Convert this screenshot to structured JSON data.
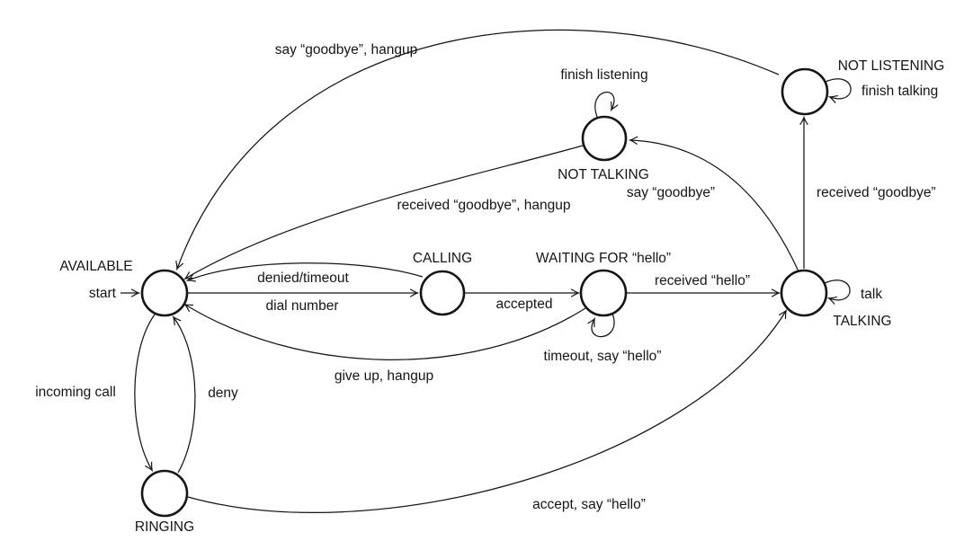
{
  "diagram": {
    "type": "state-machine",
    "background_color": "#ffffff",
    "ink_color": "#151515",
    "initial_state": "AVAILABLE",
    "states": [
      {
        "id": "available",
        "label": "AVAILABLE"
      },
      {
        "id": "calling",
        "label": "CALLING"
      },
      {
        "id": "waiting",
        "label": "WAITING FOR “hello”"
      },
      {
        "id": "talking",
        "label": "TALKING"
      },
      {
        "id": "not-talking",
        "label": "NOT TALKING"
      },
      {
        "id": "not-listening",
        "label": "NOT LISTENING"
      },
      {
        "id": "ringing",
        "label": "RINGING"
      }
    ],
    "transitions": [
      {
        "from": "start",
        "to": "available",
        "label": "start"
      },
      {
        "from": "available",
        "to": "calling",
        "label": "dial number"
      },
      {
        "from": "calling",
        "to": "available",
        "label": "denied/timeout"
      },
      {
        "from": "calling",
        "to": "waiting",
        "label": "accepted"
      },
      {
        "from": "waiting",
        "to": "talking",
        "label": "received “hello”"
      },
      {
        "from": "waiting",
        "to": "waiting",
        "label": "timeout, say “hello”"
      },
      {
        "from": "waiting",
        "to": "available",
        "label": "give up, hangup"
      },
      {
        "from": "talking",
        "to": "talking",
        "label": "talk"
      },
      {
        "from": "talking",
        "to": "not-talking",
        "label": "say “goodbye”"
      },
      {
        "from": "talking",
        "to": "not-listening",
        "label": "received “goodbye”"
      },
      {
        "from": "not-talking",
        "to": "not-talking",
        "label": "finish listening"
      },
      {
        "from": "not-talking",
        "to": "available",
        "label": "received “goodbye”, hangup"
      },
      {
        "from": "not-listening",
        "to": "not-listening",
        "label": "finish talking"
      },
      {
        "from": "not-listening",
        "to": "available",
        "label": "say “goodbye”, hangup"
      },
      {
        "from": "available",
        "to": "ringing",
        "label": "incoming call"
      },
      {
        "from": "ringing",
        "to": "available",
        "label": "deny"
      },
      {
        "from": "ringing",
        "to": "talking",
        "label": "accept, say “hello”"
      }
    ]
  }
}
